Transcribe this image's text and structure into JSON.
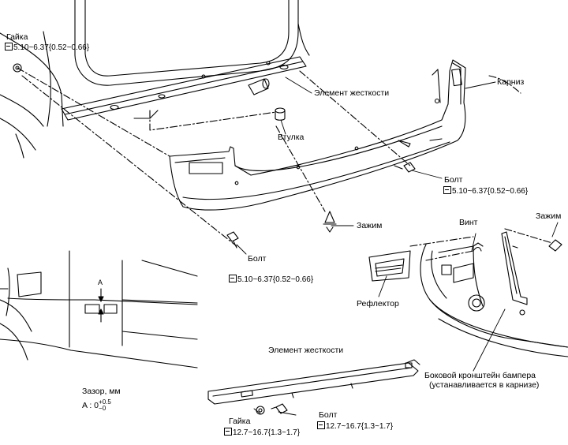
{
  "labels": {
    "nut_top": "Гайка",
    "reinforcement_top": "Элемент жесткости",
    "sleeve": "Втулка",
    "cornice": "Карниз",
    "bolt_right": "Болт",
    "clip_center": "Зажим",
    "bolt_left": "Болт",
    "screw": "Винт",
    "clip_right": "Зажим",
    "reflector": "Рефлектор",
    "reinforcement_bottom": "Элемент жесткости",
    "nut_bottom": "Гайка",
    "bolt_bottom": "Болт",
    "side_bracket_line1": "Боковой кронштейн бампера",
    "side_bracket_line2": "(устанавливается в карнизе)",
    "marker_a": "A"
  },
  "specs": {
    "nut_top": "5.10~6.37{0.52~0.66}",
    "bolt_right": "5.10~6.37{0.52~0.66}",
    "bolt_left": "5.10~6.37{0.52~0.66}",
    "nut_bottom": "12.7~16.7{1.3~1.7}",
    "bolt_bottom": "12.7~16.7{1.3~1.7}"
  },
  "gap": {
    "title": "Зазор, мм",
    "prefix": "A : 0",
    "upper": "+0.5",
    "lower": "−0"
  },
  "icons": {
    "torque": "torque-wrench-icon"
  }
}
